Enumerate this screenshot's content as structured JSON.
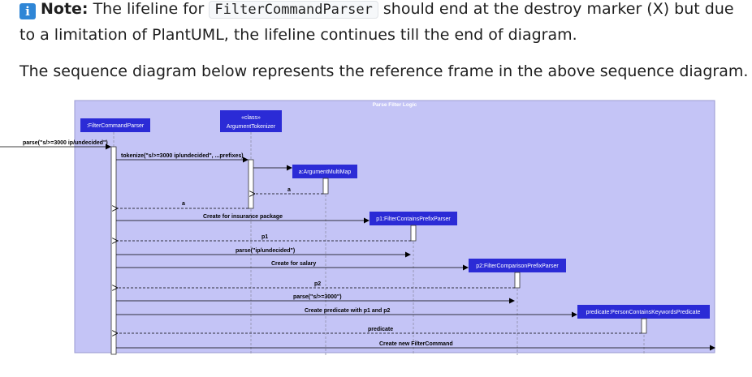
{
  "note": {
    "icon": "info-icon",
    "label": "Note:",
    "text_before": " The lifeline for ",
    "code": "FilterCommandParser",
    "text_after": " should end at the destroy marker (X) but due to a limitation of PlantUML, the lifeline continues till the end of diagram."
  },
  "paragraph": "The sequence diagram below represents the reference frame in the above sequence diagram.",
  "diagram": {
    "frame_title": "Parse Filter Logic",
    "participants": {
      "parser": ":FilterCommandParser",
      "tokenizer_stereotype": "«class»",
      "tokenizer": "ArgumentTokenizer",
      "multimap": "a:ArgumentMultiMap",
      "p1": "p1:FilterContainsPrefixParser",
      "p2": "p2:FilterComparisonPrefixParser",
      "predicate": "predicate:PersonContainsKeywordsPredicate"
    },
    "messages": {
      "m1": "parse(\"s/>=3000 ip/undecided\")",
      "m2": "tokenize(\"s/>=3000 ip/undecided\", ...prefixes)",
      "m3": "a",
      "m4": "a",
      "m5": "Create for insurance package",
      "m6": "p1",
      "m7": "parse(\"ip/undecided\")",
      "m8": "Create for salary",
      "m9": "p2",
      "m10": "parse(\"s/>=3000\")",
      "m11": "Create predicate with p1 and p2",
      "m12": "predicate",
      "m13": "Create new FilterCommand"
    },
    "colors": {
      "frame_bg": "#c4c4f6",
      "participant_bg": "#2b2bd6",
      "lifeline": "#8f8fa8"
    }
  }
}
